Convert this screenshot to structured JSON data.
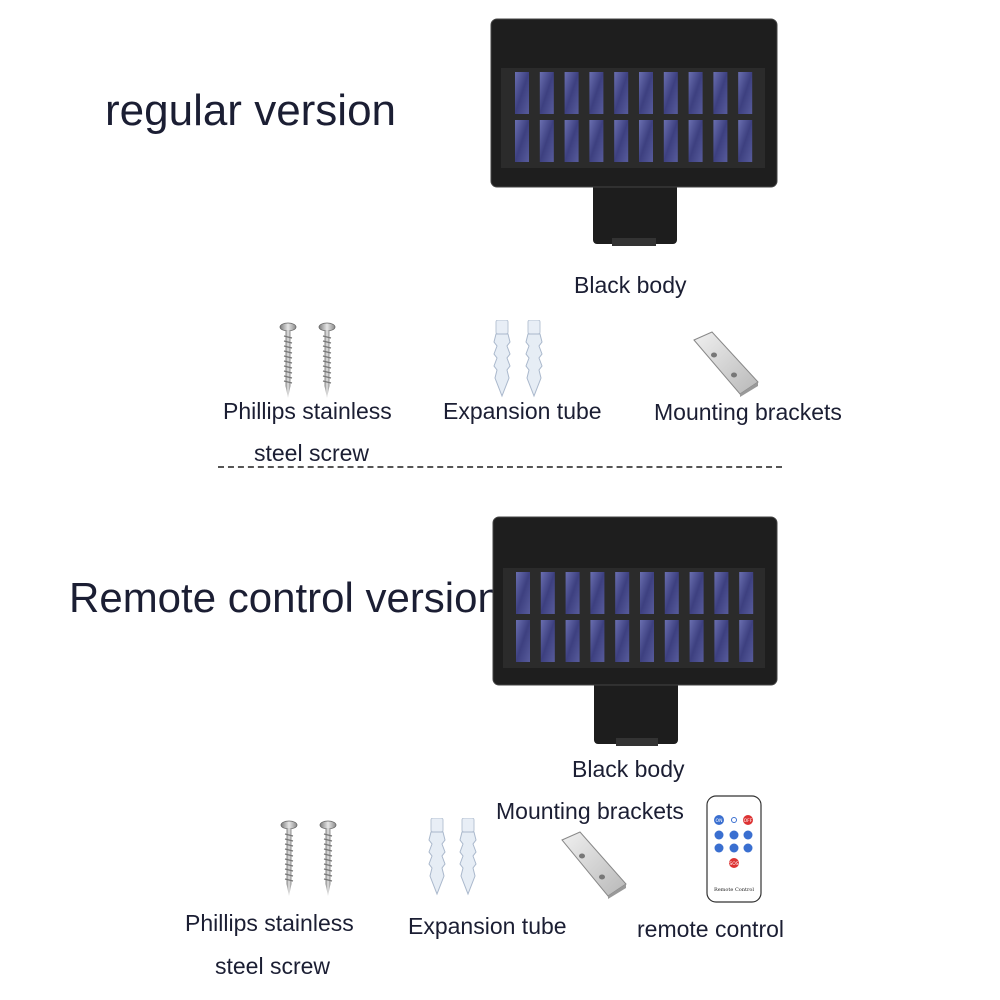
{
  "regular": {
    "title": "regular version",
    "body_label": "Black body",
    "screw_label_line1": "Phillips stainless",
    "screw_label_line2": "steel screw",
    "tube_label": "Expansion tube",
    "bracket_label": "Mounting brackets"
  },
  "remote": {
    "title": "Remote control version",
    "body_label": "Black body",
    "bracket_label": "Mounting brackets",
    "screw_label_line1": "Phillips stainless",
    "screw_label_line2": "steel screw",
    "tube_label": "Expansion tube",
    "remote_label": "remote control",
    "remote_text": "Remote Control",
    "remote_buttons": [
      "ON",
      "OFF",
      "SOS"
    ]
  }
}
